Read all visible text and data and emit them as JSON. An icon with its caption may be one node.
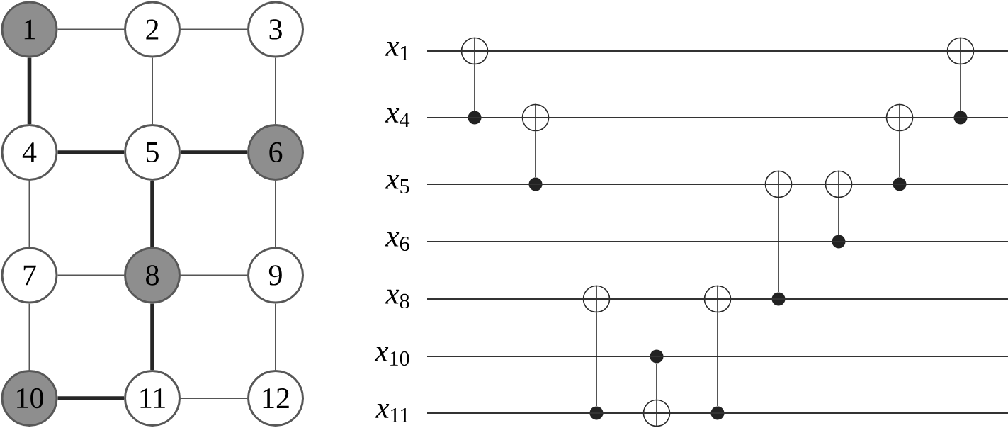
{
  "diagram": {
    "nodes": [
      {
        "text": [
          "1"
        ]
      },
      {
        "text": [
          "2"
        ]
      },
      {
        "text": [
          "3"
        ]
      },
      {
        "text": [
          "4"
        ]
      },
      {
        "text": [
          "5"
        ]
      },
      {
        "text": [
          "6"
        ]
      },
      {
        "text": [
          "7"
        ]
      },
      {
        "text": [
          "8"
        ]
      },
      {
        "text": [
          "9"
        ]
      },
      {
        "text": [
          "10"
        ]
      },
      {
        "text": [
          "11"
        ]
      },
      {
        "text": [
          "12"
        ]
      },
      {
        "text": [
          "*x*$_{1}$"
        ]
      },
      {
        "text": [
          "*x*$_{4}$"
        ]
      },
      {
        "text": [
          "*x*$_{5}$"
        ]
      },
      {
        "text": [
          "*x*$_{6}$"
        ]
      },
      {
        "text": [
          "*x*$_{8}$"
        ]
      },
      {
        "text": [
          "*x*$_{10}$"
        ]
      },
      {
        "text": [
          "*x*$_{11}$"
        ]
      },
      {
        "text": [],
        "shape": "circle"
      },
      {
        "text": [],
        "shape": "dot"
      },
      {
        "text": [],
        "shape": "circle"
      },
      {
        "text": [],
        "shape": "dot"
      },
      {
        "text": [],
        "shape": "circle"
      },
      {
        "text": [],
        "shape": "dot"
      },
      {
        "text": [],
        "shape": "dot"
      },
      {
        "text": [],
        "shape": "circle"
      },
      {
        "text": [],
        "shape": "circle"
      },
      {
        "text": [],
        "shape": "dot"
      },
      {
        "text": [],
        "shape": "circle"
      },
      {
        "text": [],
        "shape": "dot"
      },
      {
        "text": [],
        "shape": "circle"
      },
      {
        "text": [],
        "shape": "dot"
      },
      {
        "text": [],
        "shape": "circle"
      },
      {
        "text": [],
        "shape": "dot"
      },
      {
        "text": [],
        "shape": "circle"
      },
      {
        "text": [],
        "shape": "dot"
      }
    ],
    "edges": [
      {
        "from": 0,
        "to": 1,
        "arrow": "none"
      },
      {
        "from": 1,
        "to": 2,
        "arrow": "none"
      },
      {
        "from": 0,
        "to": 3,
        "arrow": "none",
        "style": "thick"
      },
      {
        "from": 1,
        "to": 4,
        "arrow": "none"
      },
      {
        "from": 2,
        "to": 5,
        "arrow": "none"
      },
      {
        "from": 3,
        "to": 4,
        "arrow": "none",
        "style": "thick"
      },
      {
        "from": 4,
        "to": 5,
        "arrow": "none",
        "style": "thick"
      },
      {
        "from": 3,
        "to": 6,
        "arrow": "none"
      },
      {
        "from": 4,
        "to": 7,
        "arrow": "none",
        "style": "thick"
      },
      {
        "from": 5,
        "to": 8,
        "arrow": "none"
      },
      {
        "from": 6,
        "to": 7,
        "arrow": "none"
      },
      {
        "from": 7,
        "to": 8,
        "arrow": "none"
      },
      {
        "from": 6,
        "to": 9,
        "arrow": "none"
      },
      {
        "from": 7,
        "to": 10,
        "arrow": "none",
        "style": "thick"
      },
      {
        "from": 8,
        "to": 11,
        "arrow": "none"
      },
      {
        "from": 9,
        "to": 10,
        "arrow": "none",
        "style": "thick"
      },
      {
        "from": 10,
        "to": 11,
        "arrow": "none"
      },
      {
        "from": 12,
        "to": null,
        "arrow": "none"
      },
      {
        "from": 13,
        "to": null,
        "arrow": "none"
      },
      {
        "from": 14,
        "to": null,
        "arrow": "none"
      },
      {
        "from": 15,
        "to": null,
        "arrow": "none"
      },
      {
        "from": 16,
        "to": null,
        "arrow": "none"
      },
      {
        "from": 17,
        "to": null,
        "arrow": "none"
      },
      {
        "from": 18,
        "to": null,
        "arrow": "none"
      },
      {
        "from": 20,
        "to": 19,
        "arrow": "none"
      },
      {
        "from": 22,
        "to": 21,
        "arrow": "none"
      },
      {
        "from": 24,
        "to": 23,
        "arrow": "none"
      },
      {
        "from": 25,
        "to": 26,
        "arrow": "none"
      },
      {
        "from": 28,
        "to": 27,
        "arrow": "none"
      },
      {
        "from": 30,
        "to": 29,
        "arrow": "none"
      },
      {
        "from": 32,
        "to": 31,
        "arrow": "none"
      },
      {
        "from": 34,
        "to": 33,
        "arrow": "none"
      },
      {
        "from": 36,
        "to": 35,
        "arrow": "none"
      }
    ]
  }
}
